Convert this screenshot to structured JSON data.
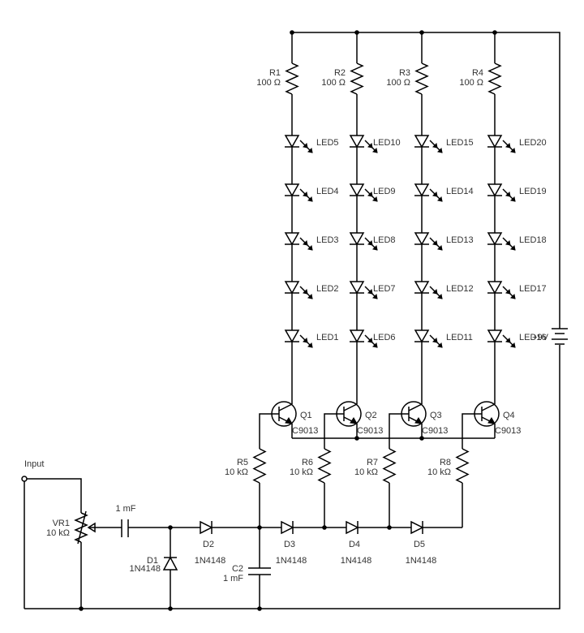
{
  "diagram": {
    "input_label": "Input",
    "supply_label": "+9V",
    "resistors_top": [
      {
        "ref": "R1",
        "value": "100 Ω"
      },
      {
        "ref": "R2",
        "value": "100 Ω"
      },
      {
        "ref": "R3",
        "value": "100 Ω"
      },
      {
        "ref": "R4",
        "value": "100 Ω"
      }
    ],
    "led_columns": [
      [
        "LED5",
        "LED4",
        "LED3",
        "LED2",
        "LED1"
      ],
      [
        "LED10",
        "LED9",
        "LED8",
        "LED7",
        "LED6"
      ],
      [
        "LED15",
        "LED14",
        "LED13",
        "LED12",
        "LED11"
      ],
      [
        "LED20",
        "LED19",
        "LED18",
        "LED17",
        "LED16"
      ]
    ],
    "transistors": [
      {
        "ref": "Q1",
        "part": "C9013"
      },
      {
        "ref": "Q2",
        "part": "C9013"
      },
      {
        "ref": "Q3",
        "part": "C9013"
      },
      {
        "ref": "Q4",
        "part": "C9013"
      }
    ],
    "resistors_base": [
      {
        "ref": "R5",
        "value": "10 kΩ"
      },
      {
        "ref": "R6",
        "value": "10 kΩ"
      },
      {
        "ref": "R7",
        "value": "10 kΩ"
      },
      {
        "ref": "R8",
        "value": "10 kΩ"
      }
    ],
    "pot": {
      "ref": "VR1",
      "value": "10 kΩ"
    },
    "coupling_cap": {
      "value": "1 mF"
    },
    "d1": {
      "ref": "D1",
      "part": "1N4148"
    },
    "series_diodes": [
      {
        "ref": "D2",
        "part": "1N4148"
      },
      {
        "ref": "D3",
        "part": "1N4148"
      },
      {
        "ref": "D4",
        "part": "1N4148"
      },
      {
        "ref": "D5",
        "part": "1N4148"
      }
    ],
    "c2": {
      "ref": "C2",
      "value": "1 mF"
    }
  }
}
